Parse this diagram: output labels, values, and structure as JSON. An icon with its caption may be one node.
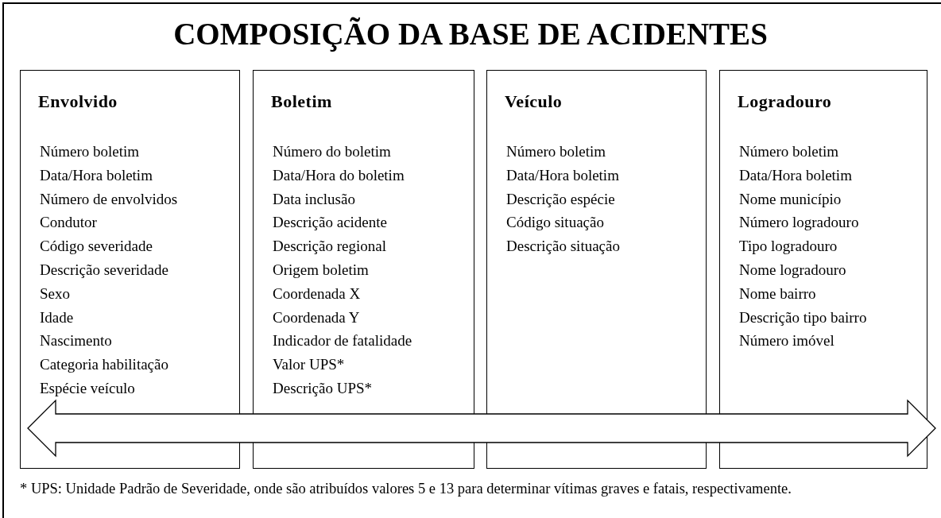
{
  "diagram": {
    "title": "COMPOSIÇÃO DA BASE DE ACIDENTES",
    "nodes": [
      {
        "text": [
          "Envolvido",
          "Número boletim",
          "Data/Hora boletim",
          "Número de envolvidos",
          "Condutor",
          "Código severidade",
          "Descrição severidade",
          "Sexo",
          "Idade",
          "Nascimento",
          "Categoria habilitação",
          "Espécie veículo"
        ]
      },
      {
        "text": [
          "Boletim",
          "Número do boletim",
          "Data/Hora do boletim",
          "Data inclusão",
          "Descrição acidente",
          "Descrição regional",
          "Origem boletim",
          "Coordenada X",
          "Coordenada Y",
          "Indicador de fatalidade",
          "Valor UPS*",
          "Descrição UPS*"
        ]
      },
      {
        "text": [
          "Veículo",
          "Número boletim",
          "Data/Hora boletim",
          "Descrição espécie",
          "Código situação",
          "Descrição situação"
        ]
      },
      {
        "text": [
          "Logradouro",
          "Número boletim",
          "Data/Hora boletim",
          "Nome município",
          "Número logradouro",
          "Tipo logradouro",
          "Nome logradouro",
          "Nome bairro",
          "Descrição tipo bairro",
          "Número imóvel"
        ]
      }
    ],
    "edges": [
      {
        "from": 0,
        "to": 3,
        "arrow": "both"
      }
    ],
    "labels": [
      "* UPS: Unidade Padrão de Severidade, onde são atribuídos valores 5 e 13 para determinar vítimas graves e fatais, respectivamente."
    ]
  }
}
